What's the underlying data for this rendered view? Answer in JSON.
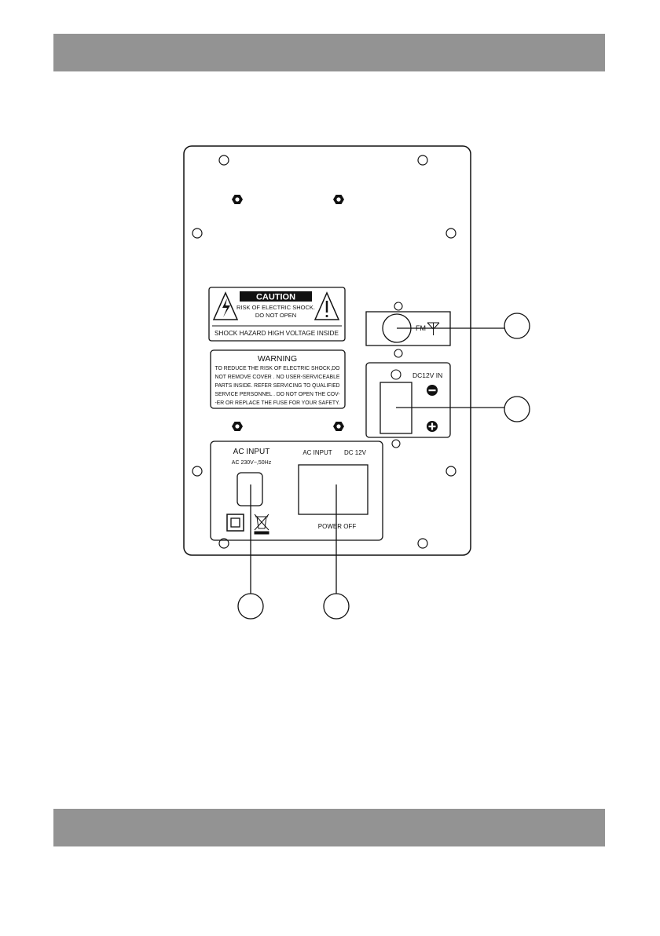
{
  "caution": {
    "title": "CAUTION",
    "line1": "RISK OF ELECTRIC SHOCK.",
    "line2": "DO NOT OPEN",
    "hazard": "SHOCK HAZARD HIGH VOLTAGE INSIDE"
  },
  "warning": {
    "title": "WARNING",
    "lines": [
      "TO REDUCE THE RISK OF ELECTRIC SHOCK,DO",
      "NOT REMOVE COVER . NO USER-SERVICEABLE",
      "PARTS INSIDE. REFER SERVICING TO QUALIFIED",
      "SERVICE PERSONNEL . DO NOT OPEN THE COV-",
      "-ER OR REPLACE THE FUSE FOR YOUR SAFETY."
    ]
  },
  "fm": {
    "label": "FM"
  },
  "dc": {
    "label": "DC12V IN"
  },
  "ac_input": {
    "title": "AC  INPUT",
    "rating": "AC 230V~,50Hz"
  },
  "switch": {
    "left_label": "AC INPUT",
    "right_label": "DC 12V",
    "bottom_label": "POWER OFF"
  },
  "colors": {
    "band": "#939393",
    "ink": "#111111"
  }
}
